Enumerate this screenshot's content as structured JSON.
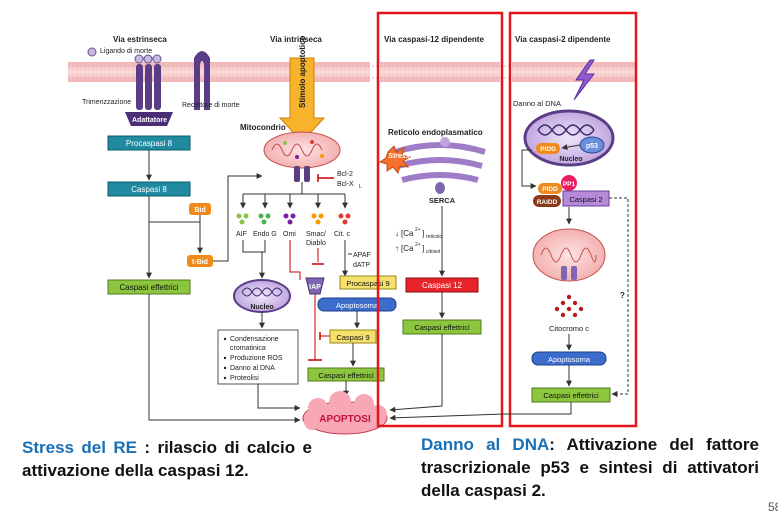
{
  "headers": {
    "extrinsic": "Via estrinseca",
    "intrinsic": "Via intrinseca",
    "casp12": "Via caspasi-12 dipendente",
    "casp2": "Via caspasi-2 dipendente"
  },
  "extrinsic": {
    "ligand": "Ligando di morte",
    "trimer": "Trimerizzazione",
    "receptor": "Recettore di morte",
    "adapter": "Adattatore",
    "procasp8": "Procaspasi 8",
    "casp8": "Caspasi 8",
    "effectors": "Caspasi effettrici"
  },
  "intrinsic": {
    "stimulus": "Stimolo apoptotico",
    "mito": "Mitocondrio",
    "bcl2": "Bcl-2",
    "bclxl": "Bcl-X",
    "bclxl_sub": "L",
    "bid": "Bid",
    "tbid": "t-Bid",
    "aif": "AIF",
    "endog": "Endo G",
    "omi": "Omi",
    "smac": "Smac/",
    "diablo": "Diablo",
    "cytc": "Cit. c",
    "apaf": "APAF",
    "datp": "dATP",
    "procasp9": "Procaspasi 9",
    "iap": "IAP",
    "apoptosome": "Apoptosoma",
    "casp9": "Caspasi 9",
    "nucleus": "Nucleo",
    "effectors": "Caspasi effettrici",
    "list": [
      "Condensazione",
      "cromatinica",
      "Produzione ROS",
      "Danno al DNA",
      "Proteolisi"
    ],
    "apoptosis": "APOPTOSI"
  },
  "er": {
    "title": "Reticolo endoplasmatico",
    "stress": "Stress",
    "serca": "SERCA",
    "ca_er": "[Ca",
    "ca_er_sup": "2+",
    "ca_er_sub": "reticolo",
    "ca_cyt_sub": "citosol",
    "casp12": "Caspasi 12",
    "effectors": "Caspasi effettrici"
  },
  "casp2": {
    "dna_damage": "Danno al DNA",
    "pidd": "PIDD",
    "p53": "p53",
    "nucleus": "Nucleo",
    "pp1": "PP1",
    "raidd": "RAIDD",
    "casp2": "Caspasi 2",
    "question": "?",
    "cytc": "Citocromo c",
    "apoptosome": "Apoptosoma",
    "effectors": "Caspasi effettrici"
  },
  "captions": {
    "left_highlight": "Stress del RE",
    "left_rest": " : rilascio di calcio e attivazione della caspasi 12.",
    "right_highlight": "Danno al DNA",
    "right_rest": ": Attivazione del fattore trascrizionale p53 e sintesi di attivatori della caspasi 2."
  },
  "page_number": "58",
  "colors": {
    "teal_box": "#1f8aa0",
    "green_box": "#8cc63f",
    "red_box": "#e8232a",
    "blue_box": "#3d6dcc",
    "orange_box": "#f08a1c",
    "frame_red": "#e4161c",
    "caption_blue": "#1a6fb5"
  }
}
